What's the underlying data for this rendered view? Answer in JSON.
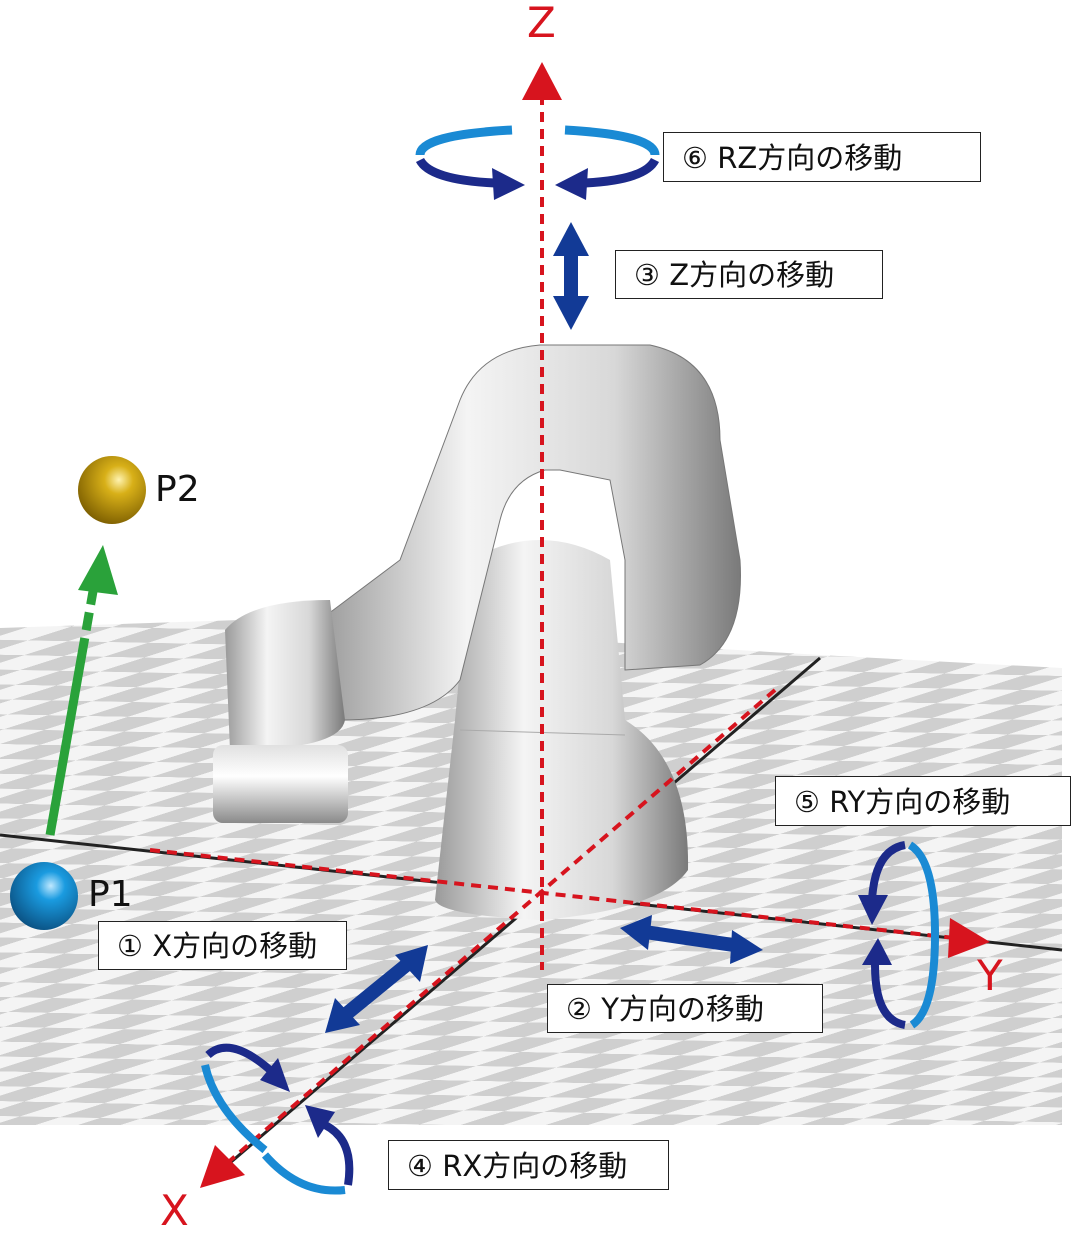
{
  "axes": {
    "x": "X",
    "y": "Y",
    "z": "Z"
  },
  "points": {
    "p1": "P1",
    "p2": "P2"
  },
  "labels": {
    "x_move": "① X方向の移動",
    "y_move": "② Y方向の移動",
    "z_move": "③ Z方向の移動",
    "rx_move": "④ RX方向の移動",
    "ry_move": "⑤ RY方向の移動",
    "rz_move": "⑥ RZ方向の移動"
  },
  "colors": {
    "axis": "#d7141e",
    "arrow_dark": "#1c2a8a",
    "arrow_light": "#1a8ad4",
    "path_arrow": "#2aa23a",
    "p1": "#1591d0",
    "p2": "#c9a10e"
  }
}
